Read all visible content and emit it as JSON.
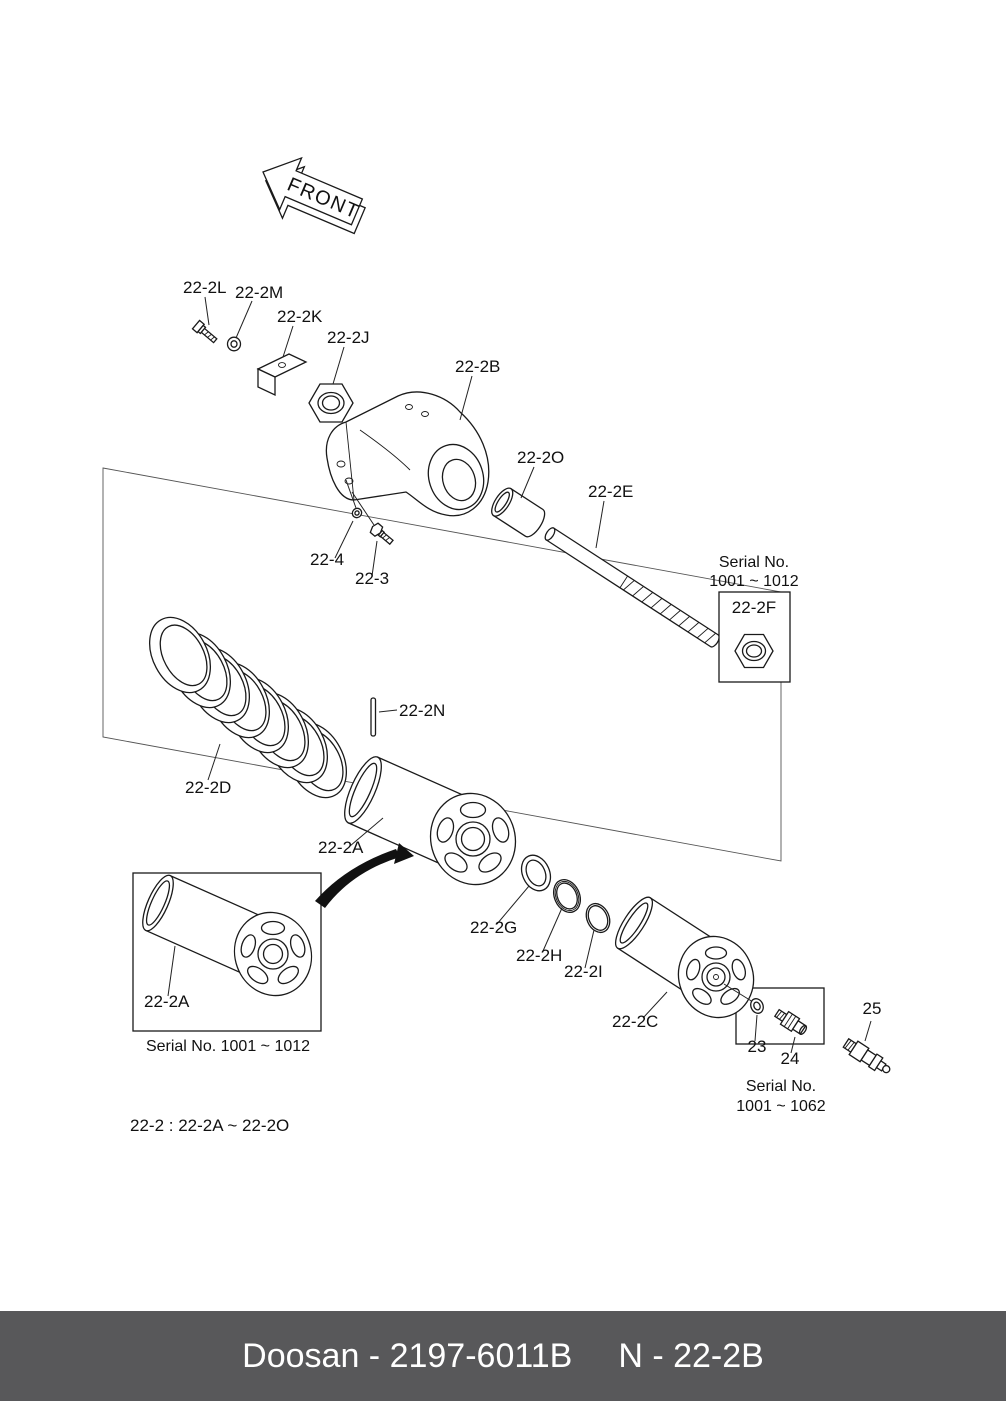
{
  "diagram": {
    "front_arrow_label": "FRONT",
    "parts": {
      "p22_2L": "22-2L",
      "p22_2M": "22-2M",
      "p22_2K": "22-2K",
      "p22_2J": "22-2J",
      "p22_2B": "22-2B",
      "p22_2O": "22-2O",
      "p22_2E": "22-2E",
      "p22_2F": "22-2F",
      "p22_4": "22-4",
      "p22_3": "22-3",
      "p22_2D": "22-2D",
      "p22_2N": "22-2N",
      "p22_2A": "22-2A",
      "p22_2G": "22-2G",
      "p22_2H": "22-2H",
      "p22_2I": "22-2I",
      "p22_2C": "22-2C",
      "p23": "23",
      "p24": "24",
      "p25": "25"
    },
    "serial_note_top": {
      "line1": "Serial No.",
      "line2": "1001 ~ 1012"
    },
    "serial_note_bottom": {
      "line1": "Serial No.",
      "line2": "1001 ~ 1062"
    },
    "inset": {
      "part_label": "22-2A",
      "serial_note": "Serial No. 1001 ~ 1012"
    },
    "range_note": "22-2 : 22-2A ~ 22-2O"
  },
  "colors": {
    "line": "#1A1A1A",
    "footer_bg": "#58585A",
    "footer_text": "#FFFFFF"
  },
  "footer": {
    "left": "Doosan - 2197-6011B",
    "right": "N - 22-2B"
  }
}
